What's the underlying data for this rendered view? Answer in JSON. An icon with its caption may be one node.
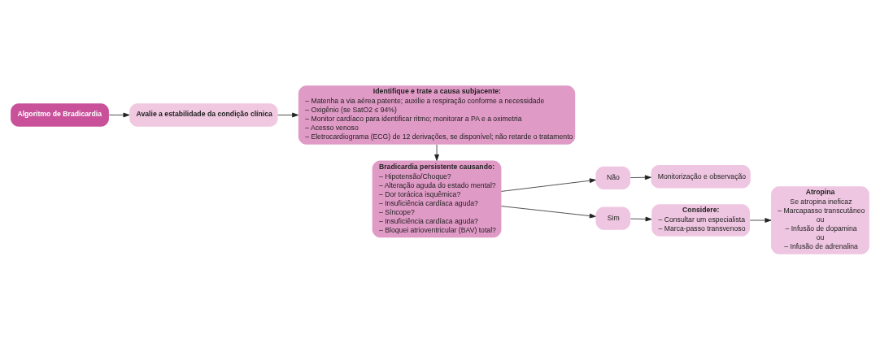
{
  "diagram": {
    "nodes": [
      {
        "text": [
          "Algoritmo de Bradicardia"
        ]
      },
      {
        "text": [
          "Avalie a estabilidade da condição clínica"
        ]
      },
      {
        "text": [
          "Identifique e trate a causa subjacente:",
          "– Matenha a via aérea patente; auxilie a respiração conforme a necessidade",
          "– Oxigênio (se SatO2 ≤ 94%)",
          "– Monitor cardíaco para identificar ritmo; monitorar a PA e a oximetria",
          "– Acesso venoso",
          "– Eletrocardiograma (ECG) de 12 derivações, se disponível; não retarde o tratamento"
        ]
      },
      {
        "text": [
          "Bradicardia persistente causando:",
          "– Hipotensão/Choque?",
          "– Alteração aguda do estado mental?",
          "– Dor torácica isquêmica?",
          "– Insuficiência cardíaca aguda?",
          "– Síncope?",
          "– Insuficiência cardíaca aguda?",
          "– Bloquei atrioventricular (BAV) total?"
        ]
      },
      {
        "text": [
          "Não"
        ]
      },
      {
        "text": [
          "Monitorização e observação"
        ]
      },
      {
        "text": [
          "Sim"
        ]
      },
      {
        "text": [
          "Considere:",
          "– Consultar um especialista",
          "– Marca-passo transvenoso"
        ]
      },
      {
        "text": [
          "Atropina",
          "Se atropina ineficaz",
          "– Marcapasso transcutâneo",
          "ou",
          "– Infusão de dopamina",
          "ou",
          "– Infusão de adrenalina"
        ]
      }
    ],
    "edges": [
      {
        "from": 0,
        "to": 1,
        "arrow": "to"
      },
      {
        "from": 1,
        "to": 2,
        "arrow": "to"
      },
      {
        "from": 2,
        "to": 3,
        "arrow": "to"
      },
      {
        "from": 3,
        "to": 4,
        "arrow": "to"
      },
      {
        "from": 4,
        "to": 5,
        "arrow": "to"
      },
      {
        "from": 3,
        "to": 6,
        "arrow": "to"
      },
      {
        "from": 6,
        "to": 7,
        "arrow": "to"
      },
      {
        "from": 7,
        "to": 8,
        "arrow": "to"
      }
    ]
  }
}
